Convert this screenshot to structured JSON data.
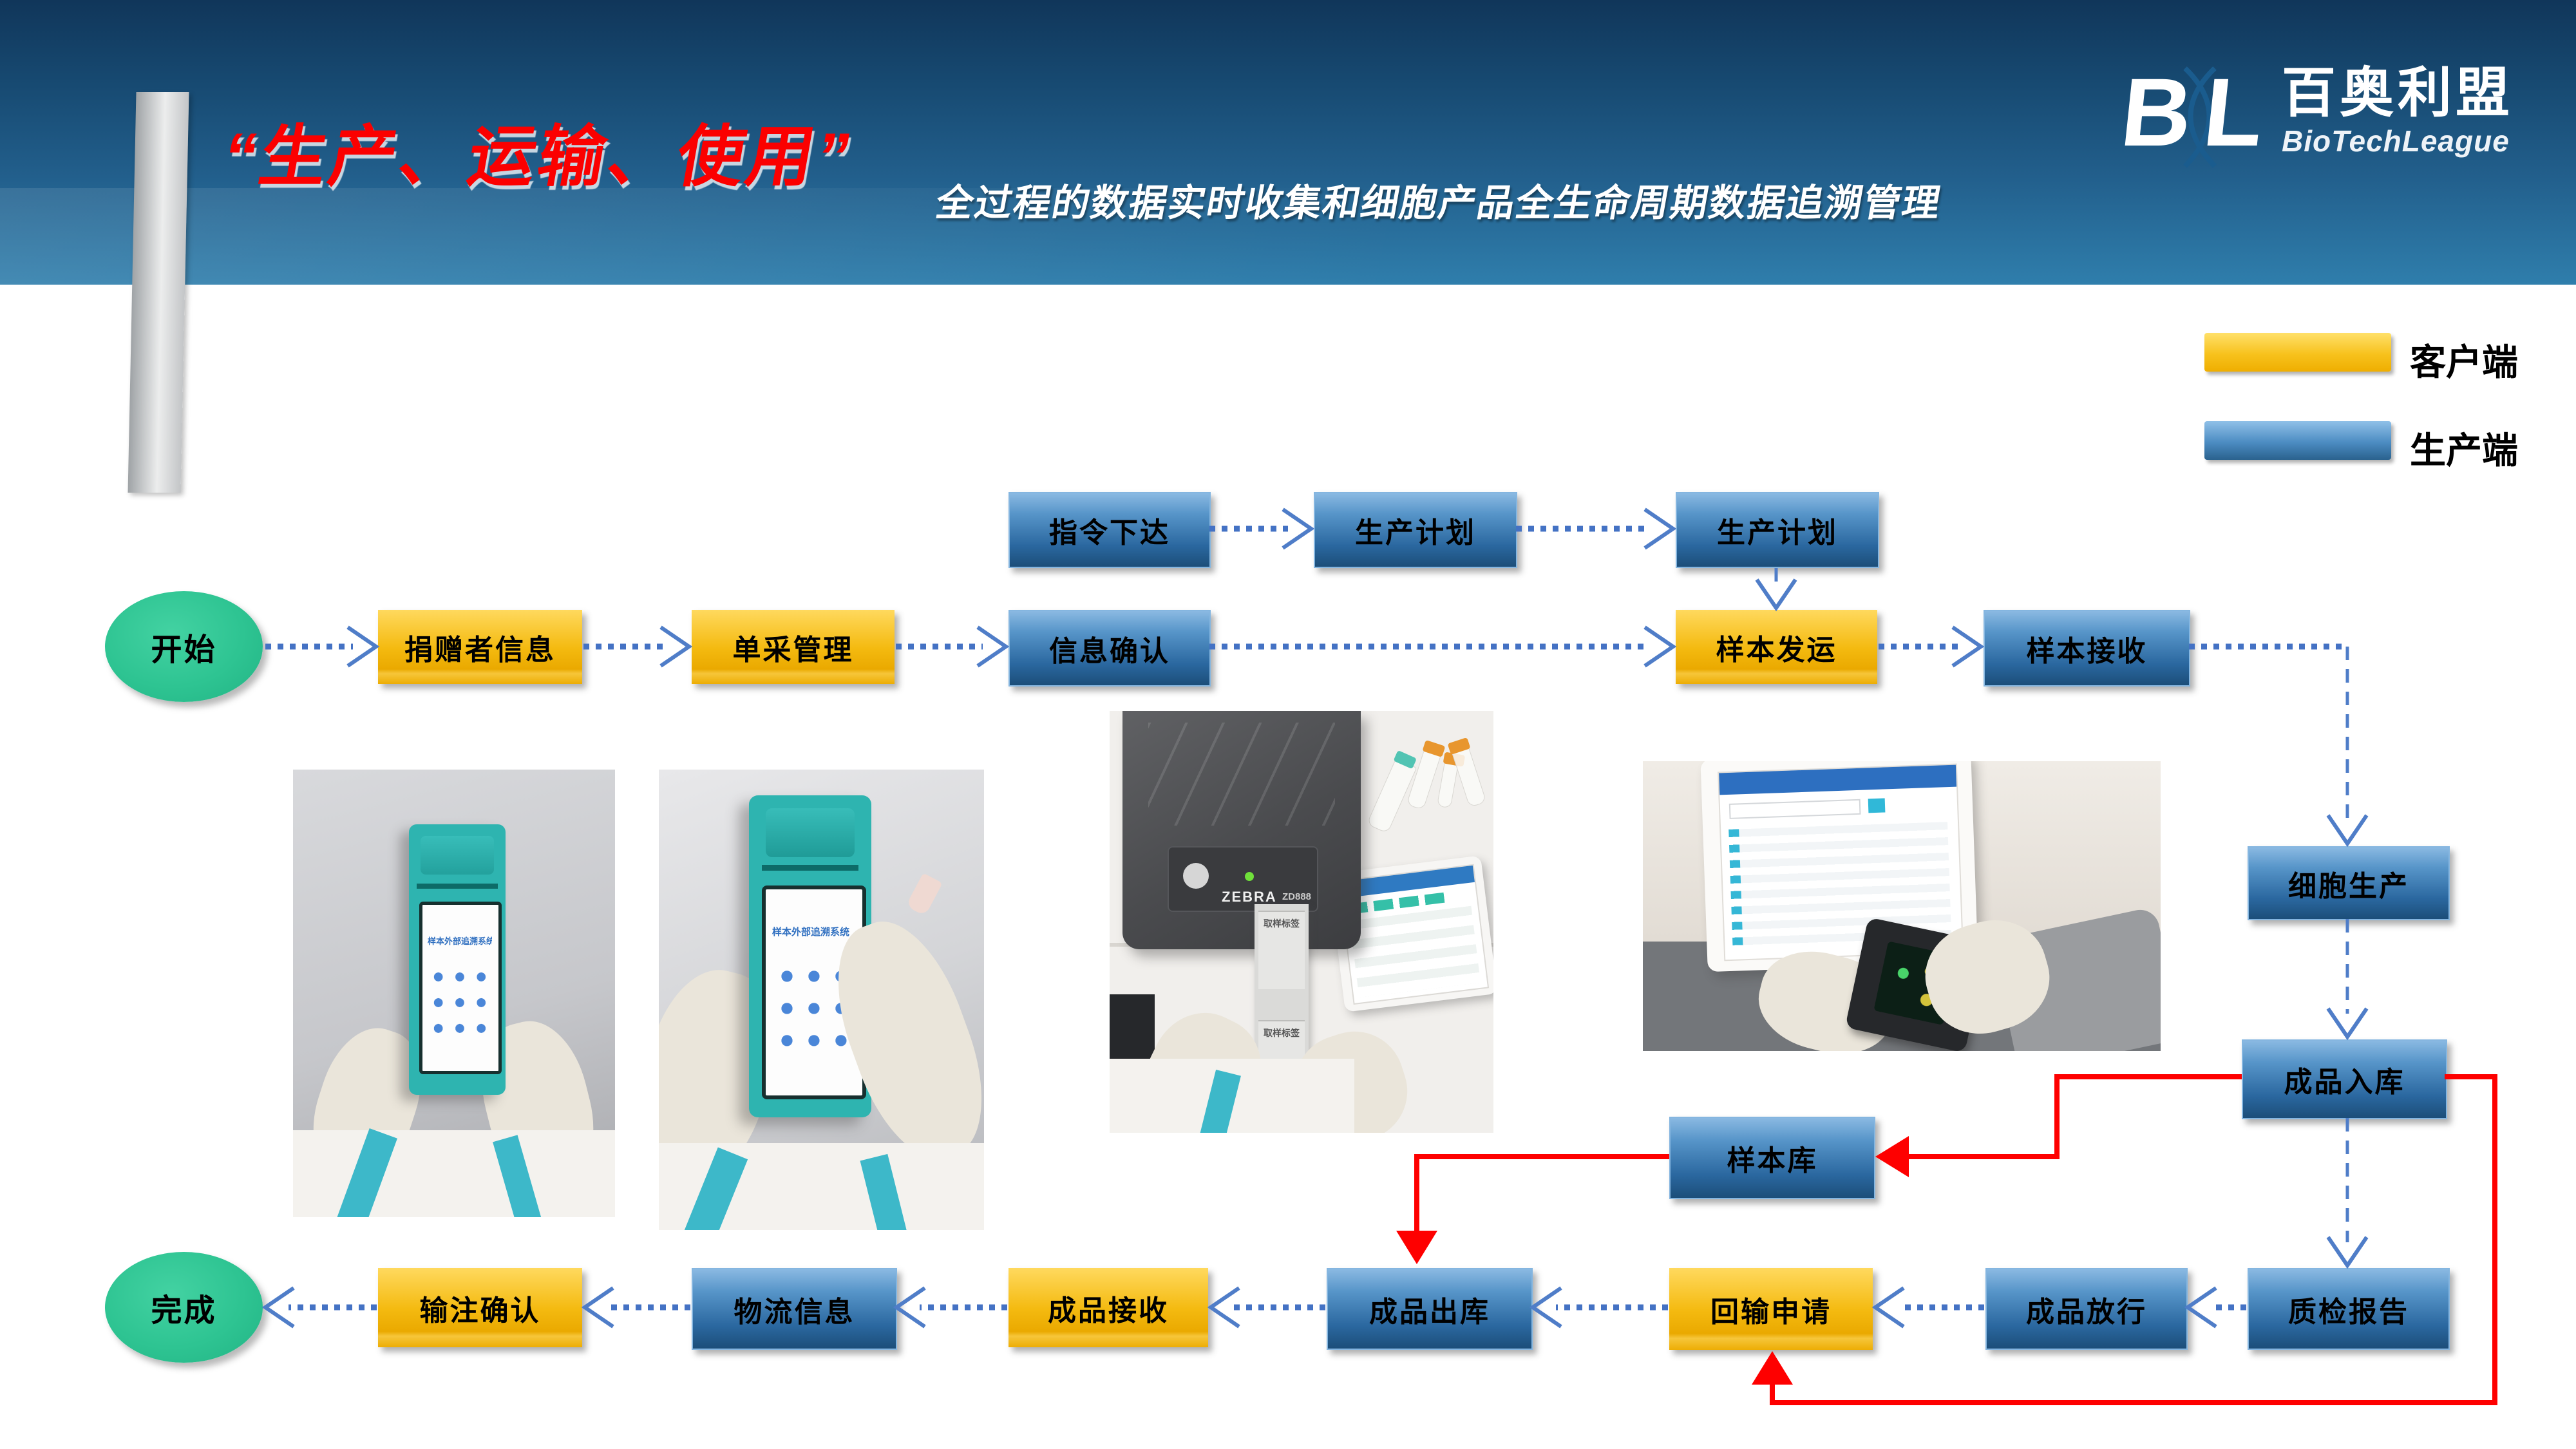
{
  "slide": {
    "title_quoted": "“生产、运输、使用”",
    "subtitle": "全过程的数据实时收集和细胞产品全生命周期数据追溯管理"
  },
  "logo": {
    "letter_b": "B",
    "letter_l": "L",
    "name_cn": "百奥利盟",
    "name_en": "BioTechLeague"
  },
  "legend": {
    "client": {
      "label": "客户端",
      "color": "#F2B705"
    },
    "production": {
      "label": "生产端",
      "color": "#3D7FB5"
    }
  },
  "flowchart": {
    "nodes": [
      {
        "id": "start",
        "label": "开始",
        "type": "start"
      },
      {
        "id": "donor_info",
        "label": "捐赠者信息",
        "type": "client"
      },
      {
        "id": "apheresis",
        "label": "单采管理",
        "type": "client"
      },
      {
        "id": "order_issue",
        "label": "指令下达",
        "type": "production"
      },
      {
        "id": "prod_plan_a",
        "label": "生产计划",
        "type": "production"
      },
      {
        "id": "prod_plan_b",
        "label": "生产计划",
        "type": "production"
      },
      {
        "id": "info_confirm",
        "label": "信息确认",
        "type": "production"
      },
      {
        "id": "sample_ship",
        "label": "样本发运",
        "type": "client"
      },
      {
        "id": "sample_receive",
        "label": "样本接收",
        "type": "production"
      },
      {
        "id": "cell_production",
        "label": "细胞生产",
        "type": "production"
      },
      {
        "id": "product_inbound",
        "label": "成品入库",
        "type": "production"
      },
      {
        "id": "sample_bank",
        "label": "样本库",
        "type": "production"
      },
      {
        "id": "qc_report",
        "label": "质检报告",
        "type": "production"
      },
      {
        "id": "product_release",
        "label": "成品放行",
        "type": "production"
      },
      {
        "id": "reinfusion_request",
        "label": "回输申请",
        "type": "client"
      },
      {
        "id": "product_outbound",
        "label": "成品出库",
        "type": "production"
      },
      {
        "id": "product_receive",
        "label": "成品接收",
        "type": "client"
      },
      {
        "id": "logistics_info",
        "label": "物流信息",
        "type": "production"
      },
      {
        "id": "infusion_confirm",
        "label": "输注确认",
        "type": "client"
      },
      {
        "id": "finish",
        "label": "完成",
        "type": "end"
      }
    ],
    "edges": [
      {
        "id": "e1",
        "from": "order_issue",
        "to": "prod_plan_a",
        "style": "dotted"
      },
      {
        "id": "e2",
        "from": "prod_plan_a",
        "to": "prod_plan_b",
        "style": "dotted"
      },
      {
        "id": "e3",
        "from": "prod_plan_b",
        "to": "sample_ship",
        "style": "dashed"
      },
      {
        "id": "e4",
        "from": "start",
        "to": "donor_info",
        "style": "dotted"
      },
      {
        "id": "e5",
        "from": "donor_info",
        "to": "apheresis",
        "style": "dotted"
      },
      {
        "id": "e6",
        "from": "apheresis",
        "to": "info_confirm",
        "style": "dotted"
      },
      {
        "id": "e7",
        "from": "info_confirm",
        "to": "sample_ship",
        "style": "dotted"
      },
      {
        "id": "e8",
        "from": "sample_ship",
        "to": "sample_receive",
        "style": "dotted"
      },
      {
        "id": "e9a",
        "from": "sample_receive",
        "to": "cell_production",
        "style": "dotted"
      },
      {
        "id": "e9b",
        "from": "sample_receive",
        "to": "cell_production",
        "style": "dashed"
      },
      {
        "id": "e10",
        "from": "cell_production",
        "to": "product_inbound",
        "style": "dashed"
      },
      {
        "id": "e11",
        "from": "product_inbound",
        "to": "qc_report",
        "style": "dashed"
      },
      {
        "id": "e12",
        "from": "qc_report",
        "to": "product_release",
        "style": "dotted"
      },
      {
        "id": "e13",
        "from": "product_release",
        "to": "reinfusion_request",
        "style": "dotted"
      },
      {
        "id": "e14",
        "from": "reinfusion_request",
        "to": "product_outbound",
        "style": "dotted"
      },
      {
        "id": "e15",
        "from": "product_outbound",
        "to": "product_receive",
        "style": "dotted"
      },
      {
        "id": "e16",
        "from": "product_receive",
        "to": "logistics_info",
        "style": "dotted"
      },
      {
        "id": "e17",
        "from": "logistics_info",
        "to": "infusion_confirm",
        "style": "dotted"
      },
      {
        "id": "e18",
        "from": "infusion_confirm",
        "to": "finish",
        "style": "dotted"
      },
      {
        "id": "r1",
        "from": "product_inbound",
        "to": "sample_bank",
        "style": "red"
      },
      {
        "id": "r2",
        "from": "sample_bank",
        "to": "product_outbound",
        "style": "red"
      },
      {
        "id": "r3",
        "from": "product_inbound",
        "to": "reinfusion_request",
        "style": "red"
      }
    ]
  },
  "photos": {
    "printer_brand": "ZEBRA",
    "printer_model": "ZD888",
    "handheld_app_title": "样本外部追溯系统",
    "label_strip_text": "取样标签"
  },
  "colors": {
    "header_top": "#123A5C",
    "header_bottom": "#2F7EAC",
    "title_red": "#FB0000",
    "client_yellow": "#F2B705",
    "production_blue": "#2E6DA4",
    "start_green": "#2EC492",
    "arrow_blue": "#4472C4",
    "arrow_red": "#FE0000"
  }
}
